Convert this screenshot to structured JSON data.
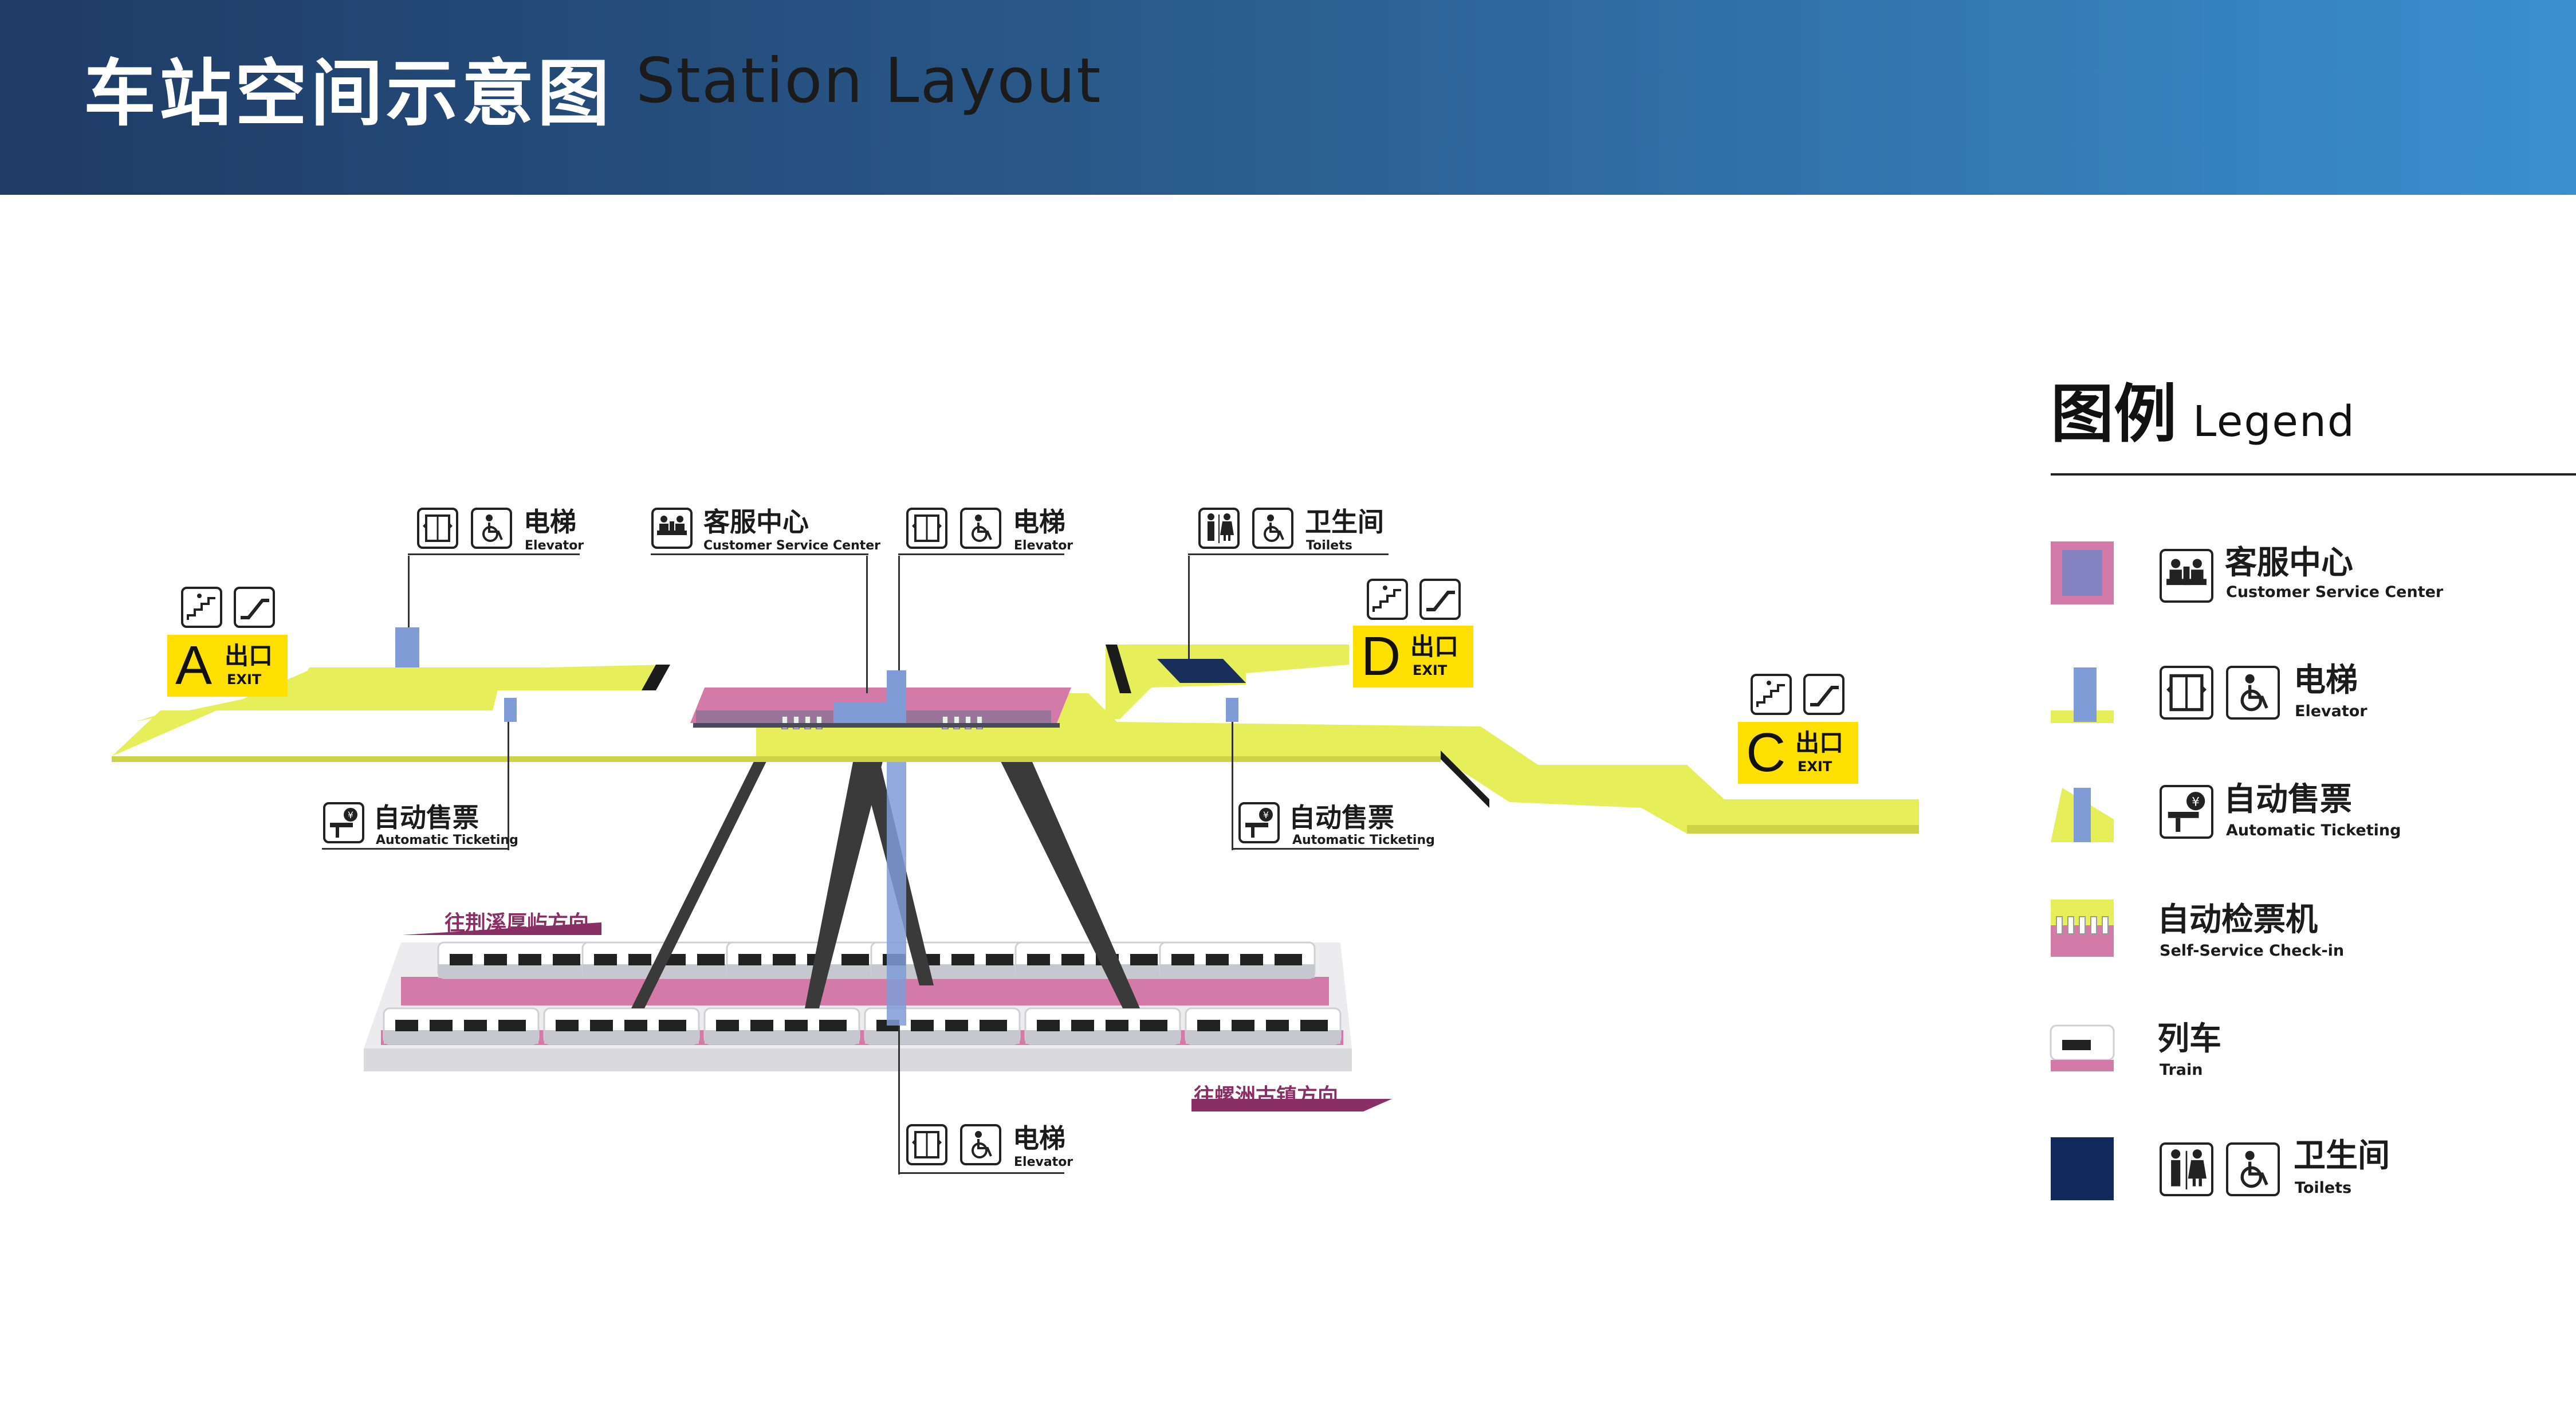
{
  "header": {
    "title_cn": "车站空间示意图",
    "title_en": "Station Layout"
  },
  "colors": {
    "header_start": "#1f3b66",
    "header_end": "#3a8fcf",
    "concourse": "#e6ee5a",
    "service_pink": "#d47aa8",
    "elevator_blue": "#7f9cd6",
    "toilet_navy": "#1a2e5c",
    "direction_text": "#8a2f66",
    "exit_yellow": "#ffe000"
  },
  "callouts": {
    "elevator_a": {
      "cn": "电梯",
      "en": "Elevator"
    },
    "service": {
      "cn": "客服中心",
      "en": "Customer Service Center"
    },
    "elevator_b": {
      "cn": "电梯",
      "en": "Elevator"
    },
    "toilets": {
      "cn": "卫生间",
      "en": "Toilets"
    },
    "ticket_left": {
      "cn": "自动售票",
      "en": "Automatic Ticketing"
    },
    "ticket_right": {
      "cn": "自动售票",
      "en": "Automatic Ticketing"
    },
    "elevator_c": {
      "cn": "电梯",
      "en": "Elevator"
    }
  },
  "exits": {
    "a": {
      "letter": "A",
      "cn": "出口",
      "en": "EXIT"
    },
    "d": {
      "letter": "D",
      "cn": "出口",
      "en": "EXIT"
    },
    "c": {
      "letter": "C",
      "cn": "出口",
      "en": "EXIT"
    }
  },
  "directions": {
    "upper": "往荆溪厚屿方向",
    "lower": "往螺洲古镇方向"
  },
  "legend": {
    "title_cn": "图例",
    "title_en": "Legend",
    "items": [
      {
        "cn": "客服中心",
        "en": "Customer Service Center",
        "icons": [
          "service-desk-icon"
        ]
      },
      {
        "cn": "电梯",
        "en": "Elevator",
        "icons": [
          "elevator-icon",
          "wheelchair-icon"
        ]
      },
      {
        "cn": "自动售票",
        "en": "Automatic Ticketing",
        "icons": [
          "ticket-machine-icon"
        ]
      },
      {
        "cn": "自动检票机",
        "en": "Self-Service Check-in",
        "icons": []
      },
      {
        "cn": "列车",
        "en": "Train",
        "icons": []
      },
      {
        "cn": "卫生间",
        "en": "Toilets",
        "icons": [
          "toilet-icon",
          "wheelchair-icon"
        ]
      }
    ]
  }
}
